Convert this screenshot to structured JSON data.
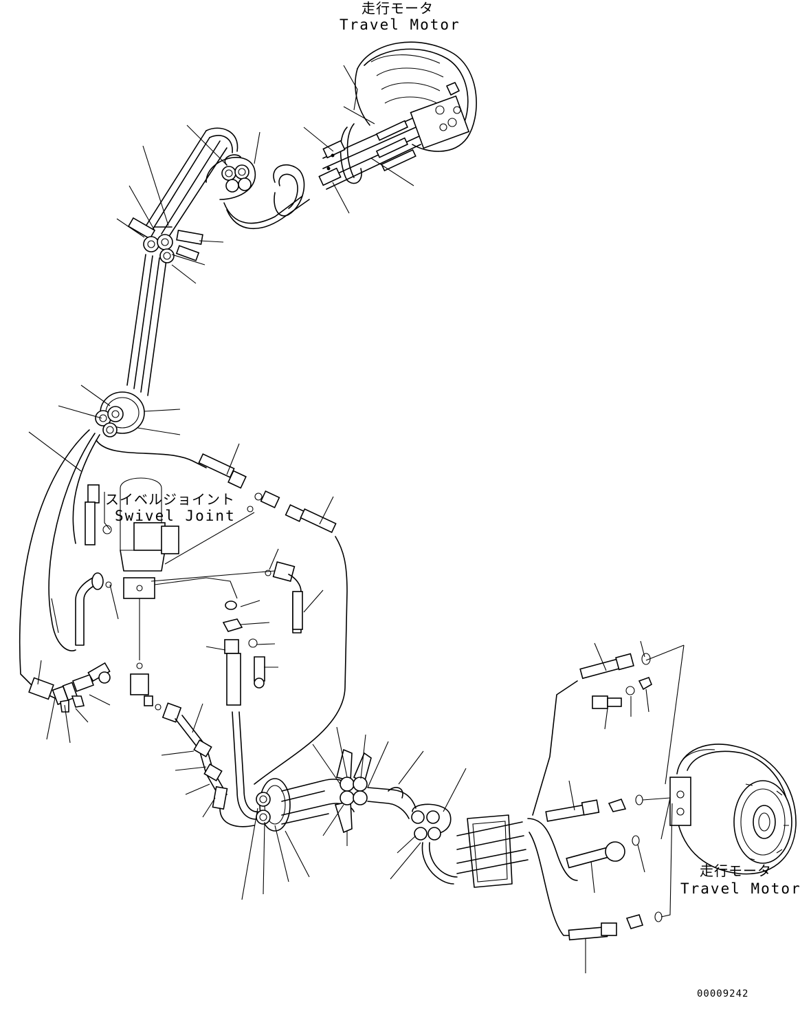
{
  "labels": {
    "travel_motor_top_jp": "走行モータ",
    "travel_motor_top_en": "Travel Motor",
    "swivel_joint_jp": "スイベルジョイント",
    "swivel_joint_en": "Swivel Joint",
    "travel_motor_right_jp": "走行モータ",
    "travel_motor_right_en": "Travel Motor",
    "drawing_number": "00009242"
  },
  "icons": {
    "travel_motor_top": "travel-motor-icon",
    "travel_motor_right": "travel-motor-icon",
    "swivel_joint": "swivel-joint-icon"
  }
}
